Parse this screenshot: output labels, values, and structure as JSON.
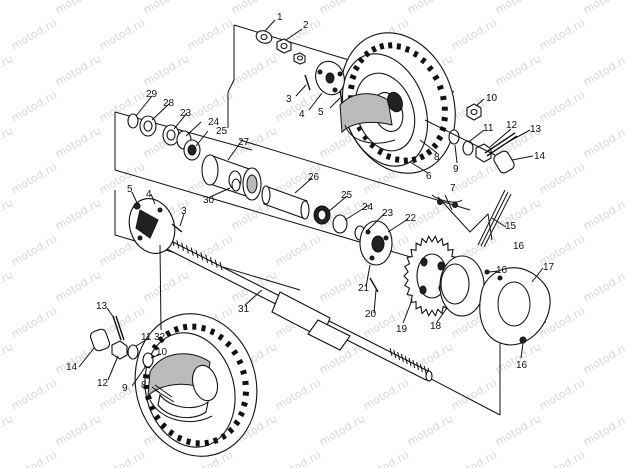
{
  "watermark": {
    "text": "motod.ru"
  },
  "callouts": [
    {
      "n": "1"
    },
    {
      "n": "2"
    },
    {
      "n": "3"
    },
    {
      "n": "4"
    },
    {
      "n": "5"
    },
    {
      "n": "6"
    },
    {
      "n": "7"
    },
    {
      "n": "8"
    },
    {
      "n": "9"
    },
    {
      "n": "10"
    },
    {
      "n": "11"
    },
    {
      "n": "12"
    },
    {
      "n": "13"
    },
    {
      "n": "14"
    },
    {
      "n": "15"
    },
    {
      "n": "16"
    },
    {
      "n": "17"
    },
    {
      "n": "18"
    },
    {
      "n": "19"
    },
    {
      "n": "20"
    },
    {
      "n": "21"
    },
    {
      "n": "22"
    },
    {
      "n": "23"
    },
    {
      "n": "24"
    },
    {
      "n": "25"
    },
    {
      "n": "26"
    },
    {
      "n": "27"
    },
    {
      "n": "28"
    },
    {
      "n": "29"
    },
    {
      "n": "30"
    },
    {
      "n": "31"
    },
    {
      "n": "32"
    },
    {
      "n": "5"
    },
    {
      "n": "4"
    },
    {
      "n": "3"
    },
    {
      "n": "13"
    },
    {
      "n": "11"
    },
    {
      "n": "10"
    },
    {
      "n": "14"
    },
    {
      "n": "12"
    },
    {
      "n": "9"
    },
    {
      "n": "8"
    },
    {
      "n": "23"
    },
    {
      "n": "24"
    },
    {
      "n": "25"
    },
    {
      "n": "16"
    },
    {
      "n": "16"
    }
  ]
}
